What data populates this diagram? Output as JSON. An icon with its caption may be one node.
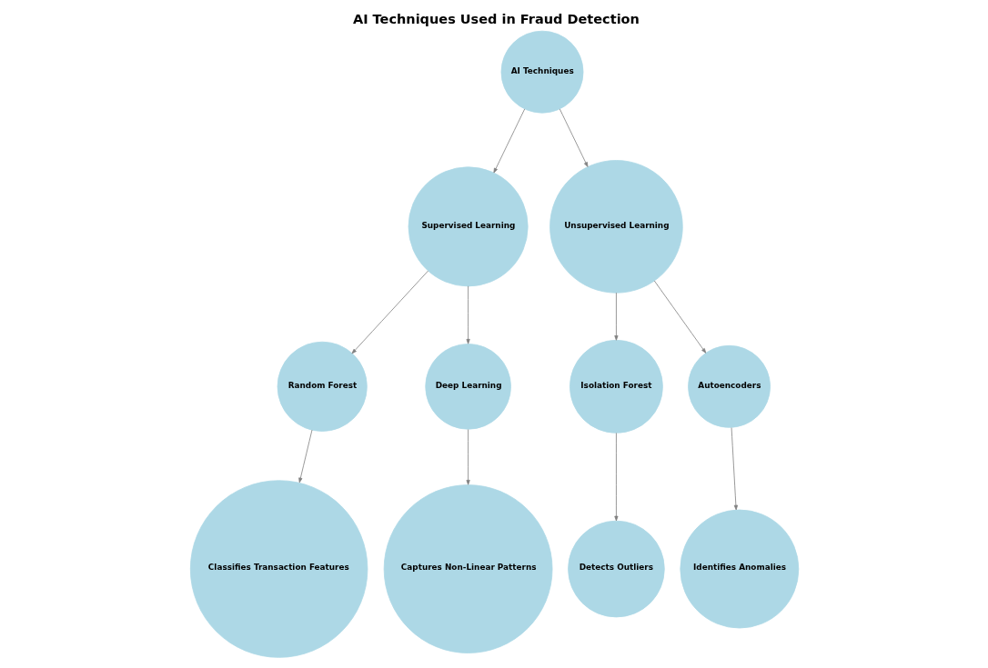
{
  "diagram": {
    "title": "AI Techniques Used in Fraud Detection",
    "nodes": [
      {
        "text": [
          "AI Techniques"
        ]
      },
      {
        "text": [
          "Supervised Learning"
        ]
      },
      {
        "text": [
          "Unsupervised Learning"
        ]
      },
      {
        "text": [
          "Random Forest"
        ]
      },
      {
        "text": [
          "Deep Learning"
        ]
      },
      {
        "text": [
          "Isolation Forest"
        ]
      },
      {
        "text": [
          "Autoencoders"
        ]
      },
      {
        "text": [
          "Classifies Transaction Features"
        ]
      },
      {
        "text": [
          "Captures Non-Linear Patterns"
        ]
      },
      {
        "text": [
          "Detects Outliers"
        ]
      },
      {
        "text": [
          "Identifies Anomalies"
        ]
      }
    ],
    "edges": [
      {
        "from": 0,
        "to": 1,
        "arrow": "to"
      },
      {
        "from": 0,
        "to": 2,
        "arrow": "to"
      },
      {
        "from": 1,
        "to": 3,
        "arrow": "to"
      },
      {
        "from": 1,
        "to": 4,
        "arrow": "to"
      },
      {
        "from": 2,
        "to": 5,
        "arrow": "to"
      },
      {
        "from": 2,
        "to": 6,
        "arrow": "to"
      },
      {
        "from": 3,
        "to": 7,
        "arrow": "to"
      },
      {
        "from": 4,
        "to": 8,
        "arrow": "to"
      },
      {
        "from": 5,
        "to": 9,
        "arrow": "to"
      },
      {
        "from": 6,
        "to": 10,
        "arrow": "to"
      }
    ]
  }
}
